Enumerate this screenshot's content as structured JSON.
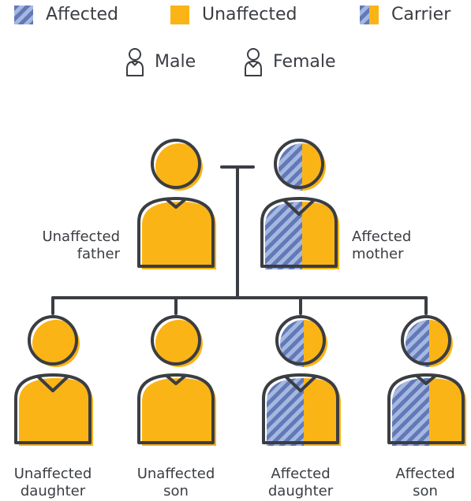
{
  "colors": {
    "unaffected": "#fbb416",
    "affected_stripe_light": "#a6b8e0",
    "affected_stripe_dark": "#6179b7",
    "outline": "#3a3d42"
  },
  "legend": {
    "affected": "Affected",
    "unaffected": "Unaffected",
    "carrier": "Carrier",
    "male": "Male",
    "female": "Female"
  },
  "parents": {
    "father": {
      "line1": "Unaffected",
      "line2": "father",
      "status": "unaffected",
      "sex": "male"
    },
    "mother": {
      "line1": "Affected",
      "line2": "mother",
      "status": "carrier",
      "sex": "female"
    }
  },
  "children": [
    {
      "line1": "Unaffected",
      "line2": "daughter",
      "status": "unaffected",
      "sex": "female"
    },
    {
      "line1": "Unaffected",
      "line2": "son",
      "status": "unaffected",
      "sex": "male"
    },
    {
      "line1": "Affected",
      "line2": "daughter",
      "status": "carrier",
      "sex": "female"
    },
    {
      "line1": "Affected",
      "line2": "son",
      "status": "carrier",
      "sex": "male"
    }
  ]
}
